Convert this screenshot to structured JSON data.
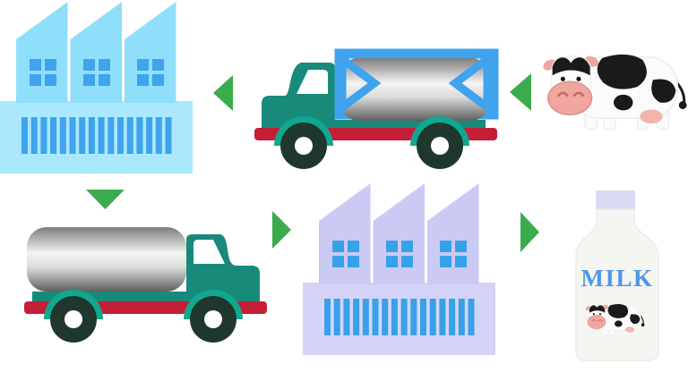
{
  "diagram": {
    "name": "milk-production-supply-chain",
    "stages": [
      "cow",
      "milk-tanker-truck",
      "dairy-factory",
      "milk-delivery-truck",
      "processing-plant",
      "milk-bottle"
    ]
  },
  "bottle": {
    "label": "MILK"
  },
  "colors": {
    "bg": "#ffffff",
    "arrow-green": "#3BAC4D",
    "factory1-body": "#8FDFFB",
    "factory1-base": "#A9E8FD",
    "factory1-accent": "#3FA3ED",
    "factory2-body": "#CACAF5",
    "factory2-base": "#D4D4F8",
    "factory2-accent": "#38A1E7",
    "truck-teal": "#188A7A",
    "truck-arch": "#11A88F",
    "truck-red": "#C41F36",
    "wheel-dark": "#20372E",
    "tank-frame-blue": "#3FA3ED",
    "bottle-body": "#F5F5F2",
    "bottle-cap": "#D9D9F1",
    "milk-text-blue": "#4F96E9",
    "cow-spot-black": "#1A1A1A",
    "cow-pink": "#EFA69F"
  }
}
